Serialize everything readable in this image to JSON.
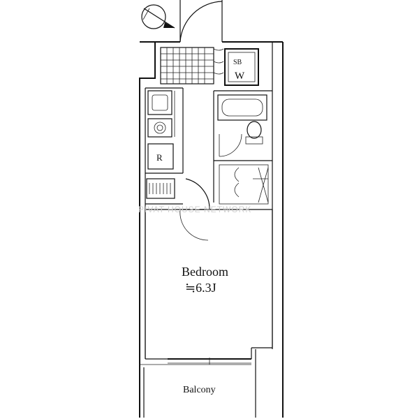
{
  "labels": {
    "closet_sb": "SB",
    "closet_w": "W",
    "fridge": "R",
    "room_name": "Bedroom",
    "room_size": "≒6.3J",
    "balcony": "Balcony"
  },
  "watermark": "PIVAT HOUSE NETWORK"
}
